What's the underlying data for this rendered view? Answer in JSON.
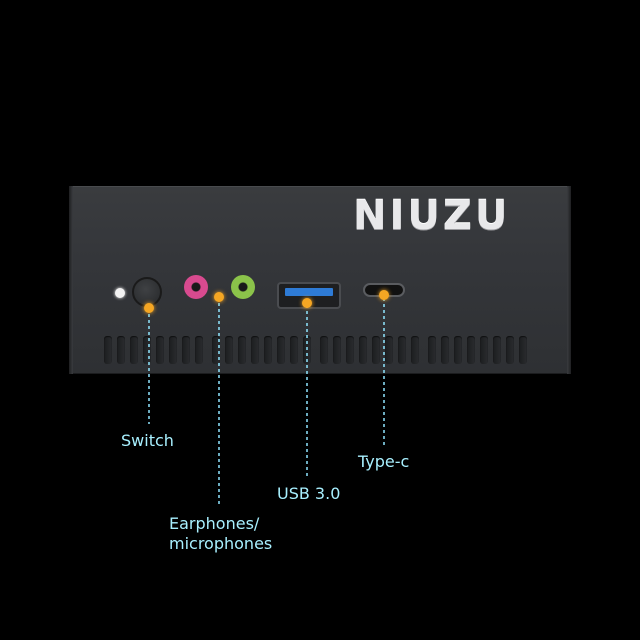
{
  "device": {
    "brand": "NIUZU",
    "colors": {
      "accent_dot": "#f5a623",
      "label_text": "#a8f0ff",
      "leader_line": "#8fe6ff",
      "jack_pink": "#d84a8f",
      "jack_green": "#8bc34a",
      "usb_blue": "#2e7bd6"
    }
  },
  "callouts": {
    "switch": "Switch",
    "usb": "USB 3.0",
    "typec": "Type-c",
    "earphones_line1": "Earphones/",
    "earphones_line2": "microphones"
  }
}
